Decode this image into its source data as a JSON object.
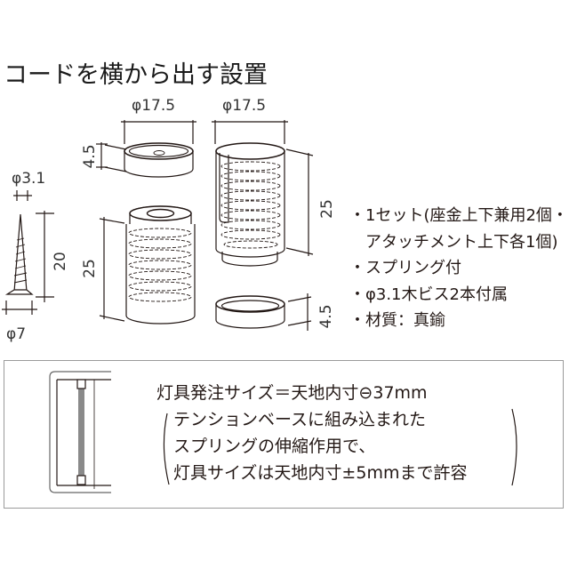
{
  "title": "コードを横から出す設置",
  "dimensions": {
    "cap_diameter": "φ17.5",
    "attachment_diameter": "φ17.5",
    "cap_height": "4.5",
    "base_height": "25",
    "attachment_height": "25",
    "washer_height": "4.5",
    "screw_diameter": "φ3.1",
    "screw_length": "20",
    "screw_head_diameter": "φ7"
  },
  "specs": [
    "・1セット(座金上下兼用2個・",
    "　アタッチメント上下各1個)",
    "・スプリング付",
    "・φ3.1木ビス2本付属",
    "・材質：真鍮"
  ],
  "note": {
    "line1": "灯具発注サイズ＝天地内寸⊖37mm",
    "line2": "テンションベースに組み込まれた",
    "line3": "スプリングの伸縮作用で、",
    "line4": "灯具サイズは天地内寸±5mmまで許容"
  },
  "colors": {
    "line": "#231815",
    "panel_border": "#9a9a9a",
    "tube": "#8a8a8a"
  }
}
